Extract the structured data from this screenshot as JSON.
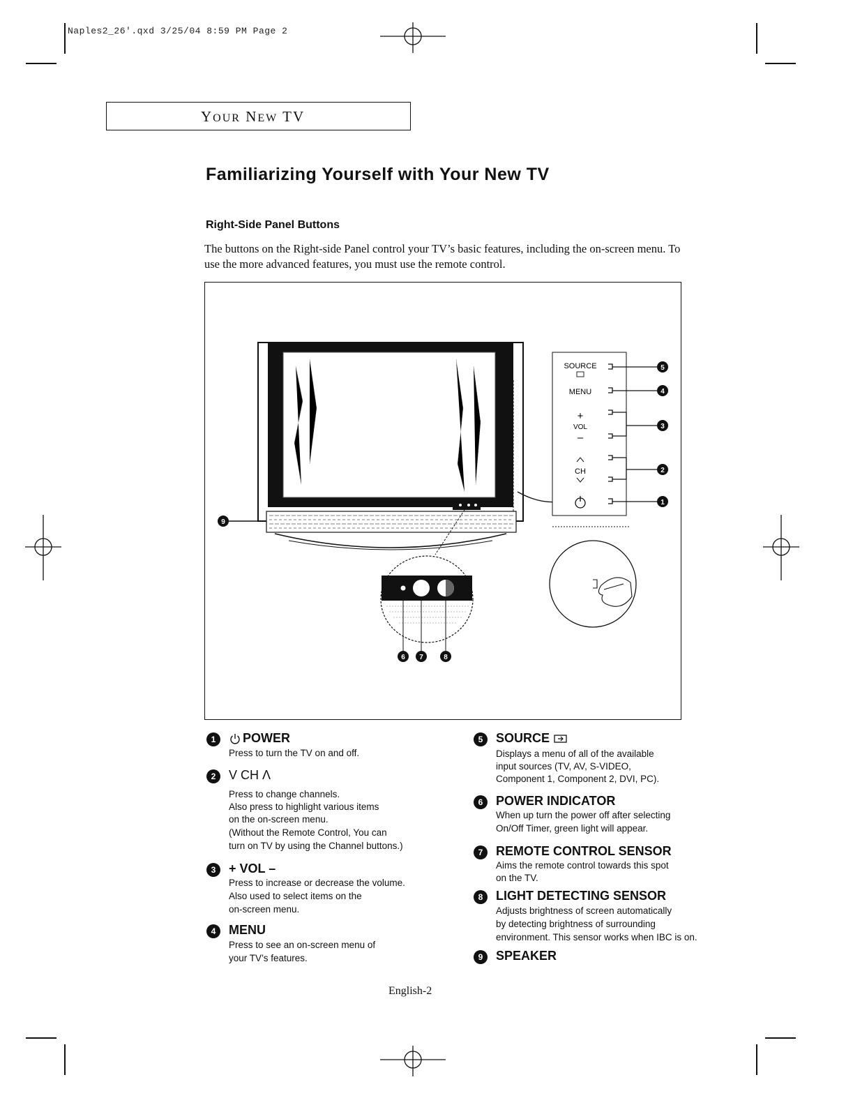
{
  "slug": "Naples2_26'.qxd   3/25/04 8:59 PM   Page 2",
  "section": {
    "prefix_cap": "Y",
    "prefix_rest": "OUR",
    "mid_cap": "N",
    "mid_rest": "EW",
    "suffix": "TV"
  },
  "title": "Familiarizing Yourself with Your New TV",
  "subheading": "Right-Side Panel Buttons",
  "intro": "The buttons on the Right-side Panel control your TV’s basic features, including the on-screen menu. To use the more advanced features, you must use the remote control.",
  "figure": {
    "panel_labels": {
      "source": "SOURCE",
      "menu": "MENU",
      "vol_plus": "+",
      "vol": "VOL",
      "vol_minus": "–",
      "ch_up": "^",
      "ch": "CH",
      "ch_down": "v"
    },
    "callouts": [
      "5",
      "4",
      "3",
      "2",
      "1",
      "9",
      "6",
      "7",
      "8"
    ]
  },
  "items_left": [
    {
      "num": "1",
      "title": "POWER",
      "lines": [
        "Press to turn the TV on and off."
      ]
    },
    {
      "num": "2",
      "title": "V CH Λ",
      "lines": [
        "Press to change channels.",
        "Also press to highlight various items",
        "on the on-screen menu.",
        "(Without the Remote Control, You can",
        "turn on TV by using the Channel buttons.)"
      ]
    },
    {
      "num": "3",
      "title": "+ VOL –",
      "lines": [
        "Press to increase or decrease the volume.",
        "Also used to select items on the",
        "on-screen menu."
      ]
    },
    {
      "num": "4",
      "title": "MENU",
      "lines": [
        "Press to see an on-screen menu of",
        "your TV’s features."
      ]
    }
  ],
  "items_right": [
    {
      "num": "5",
      "title": "SOURCE",
      "lines": [
        "Displays a menu of all of the available",
        "input sources (TV, AV, S-VIDEO,",
        "Component 1, Component 2, DVI, PC)."
      ]
    },
    {
      "num": "6",
      "title": "POWER INDICATOR",
      "lines": [
        "When up turn the power off after selecting",
        "On/Off Timer, green light will appear."
      ]
    },
    {
      "num": "7",
      "title": "REMOTE CONTROL SENSOR",
      "lines": [
        "Aims the remote control towards this spot",
        "on the TV."
      ]
    },
    {
      "num": "8",
      "title": "LIGHT DETECTING SENSOR",
      "lines": [
        "Adjusts brightness of screen automatically",
        "by detecting brightness of surrounding",
        "environment. This sensor works when IBC is on."
      ]
    },
    {
      "num": "9",
      "title": "SPEAKER",
      "lines": []
    }
  ],
  "footer": "English-2"
}
